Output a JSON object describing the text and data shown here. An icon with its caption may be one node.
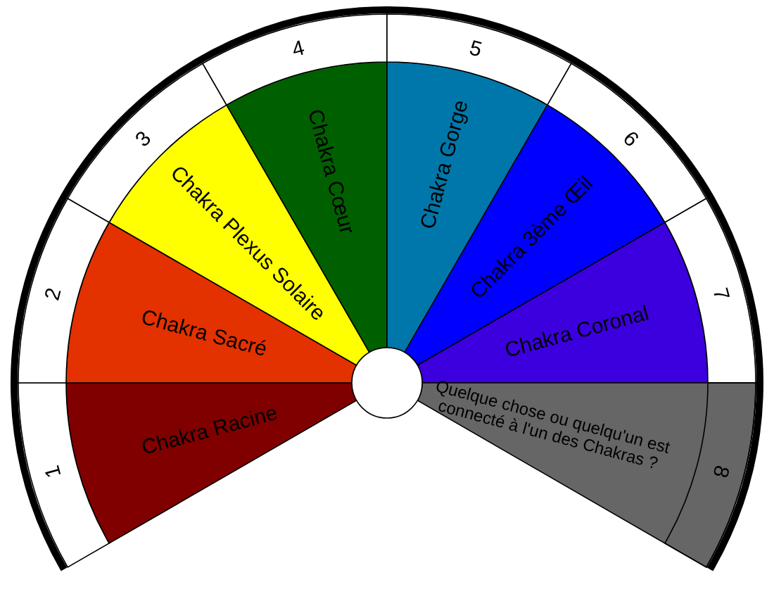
{
  "diagram": {
    "nodes": [
      {
        "text": [
          "Chakra Racine",
          "1"
        ]
      },
      {
        "text": [
          "Chakra Sacré",
          "2"
        ]
      },
      {
        "text": [
          "Chakra Plexus Solaire",
          "3"
        ]
      },
      {
        "text": [
          "Chakra Cœur",
          "4"
        ]
      },
      {
        "text": [
          "Chakra Gorge",
          "5"
        ]
      },
      {
        "text": [
          "Chakra 3ème Œil",
          "6"
        ]
      },
      {
        "text": [
          "Chakra Coronal",
          "7"
        ]
      },
      {
        "text": [
          "Quelque chose ou quelqu'un est connecté à l'un des Chakras ?",
          "8"
        ]
      }
    ]
  }
}
